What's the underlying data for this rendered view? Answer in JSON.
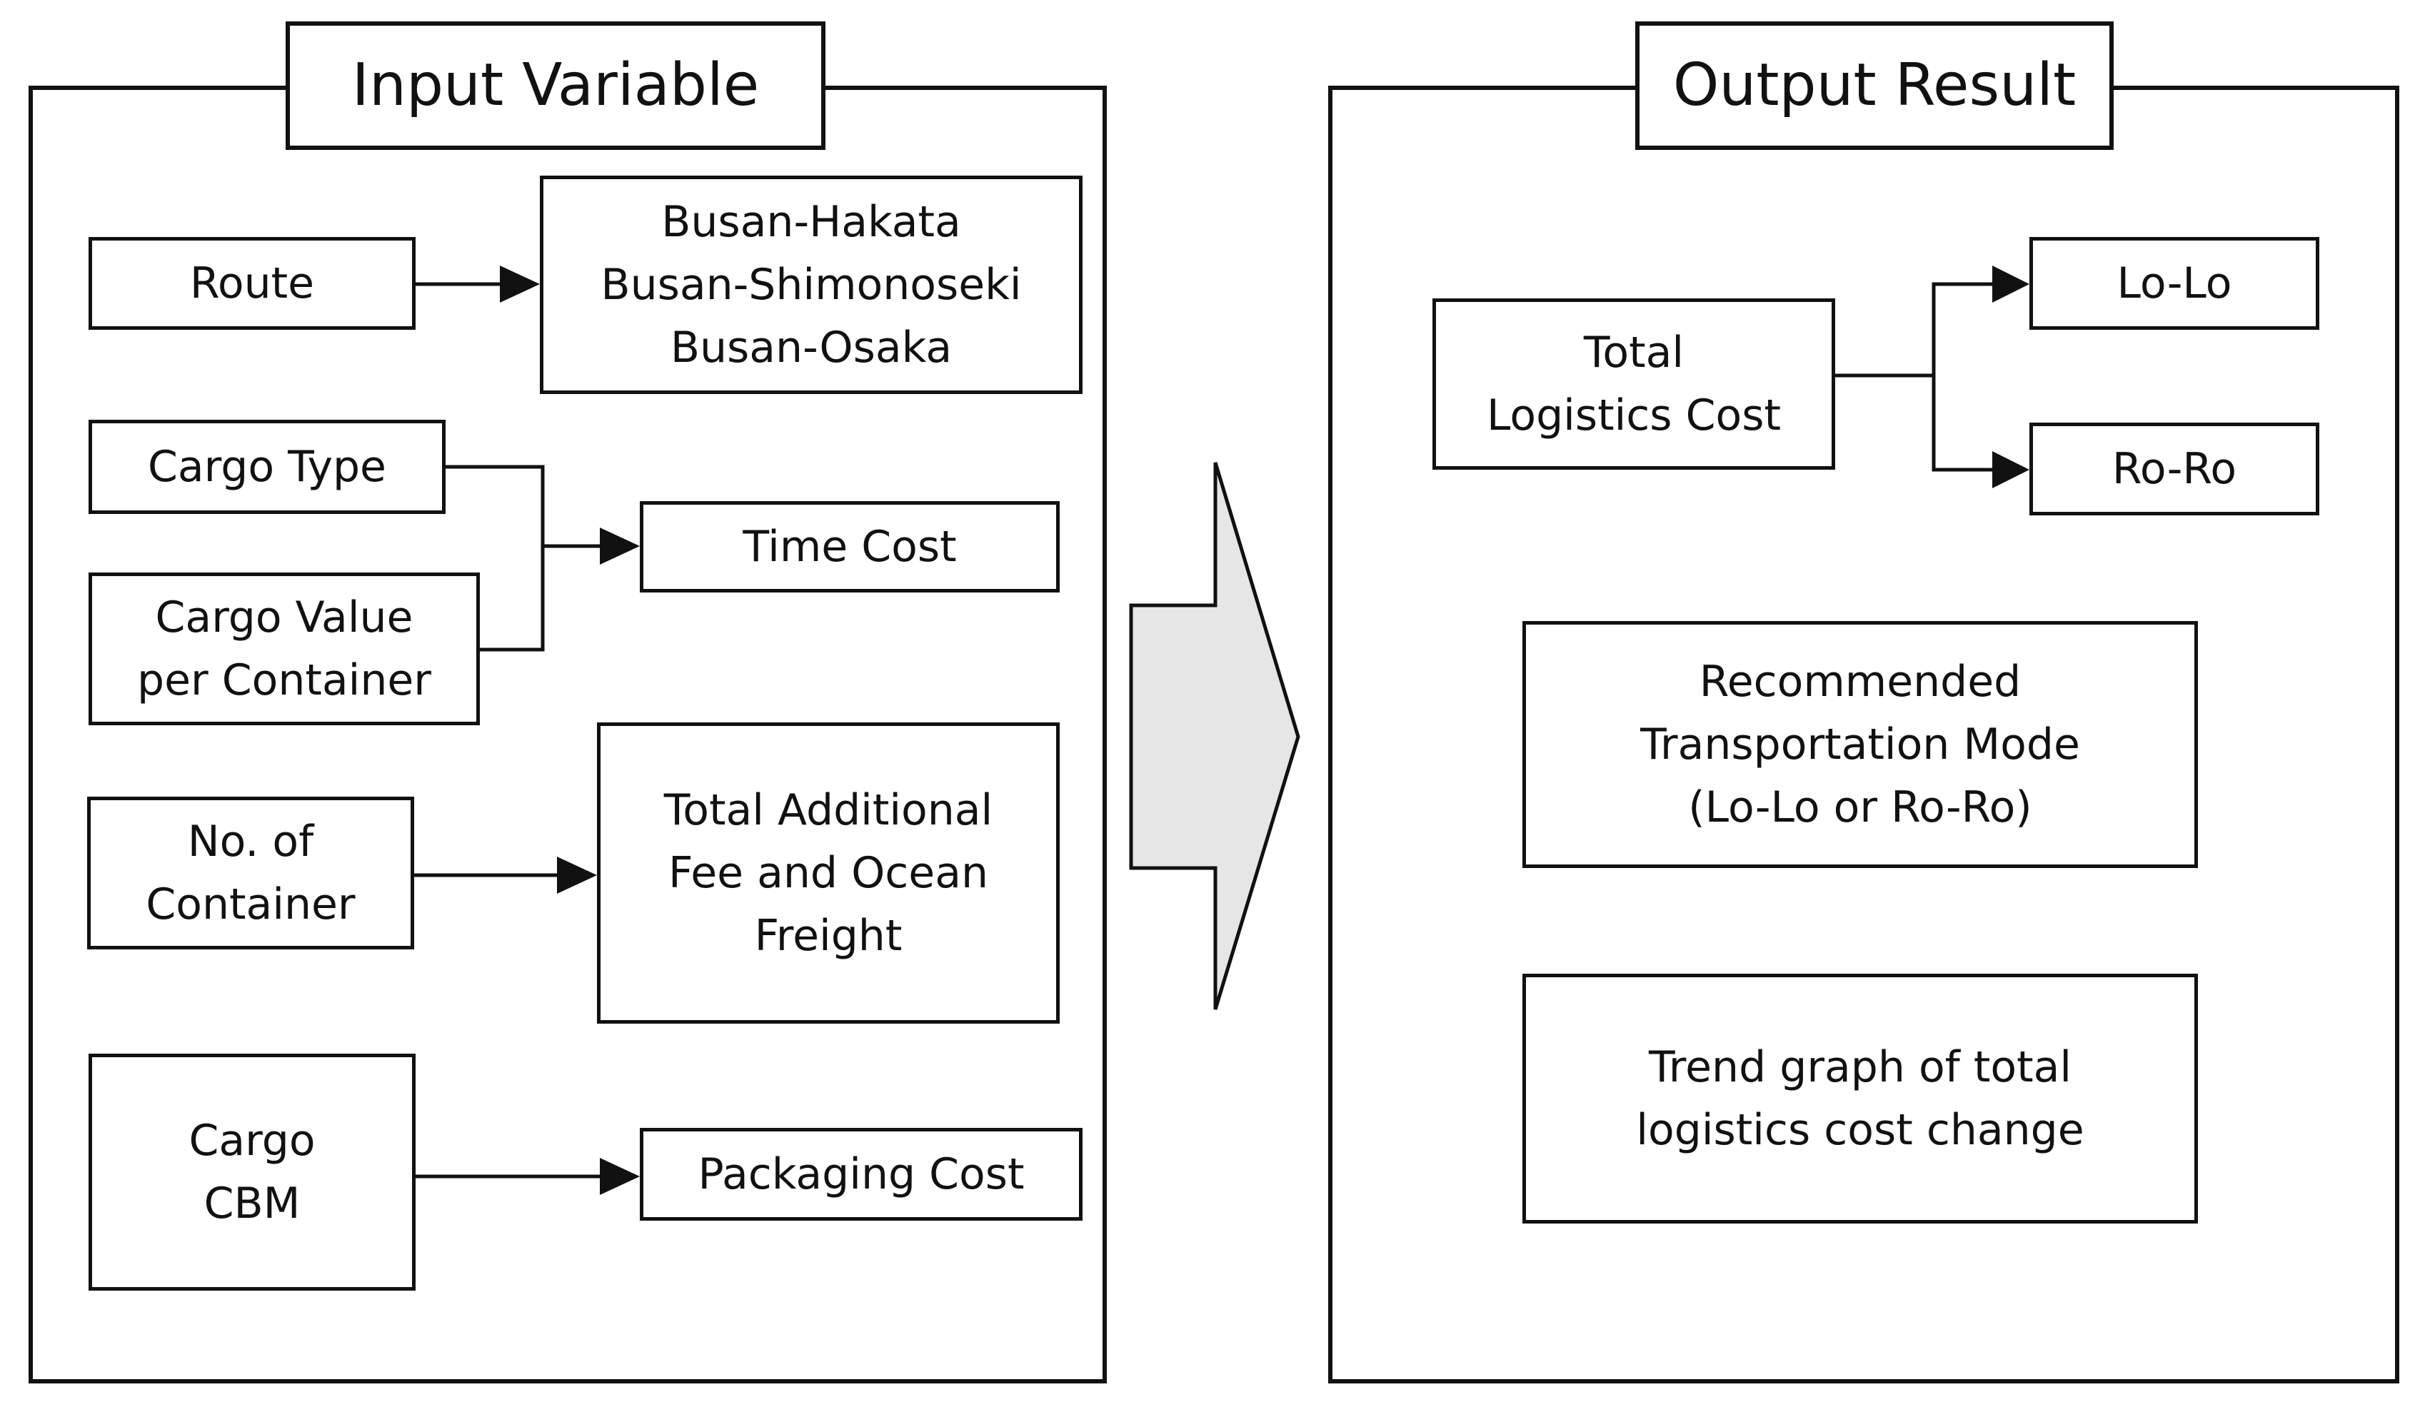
{
  "input_panel": {
    "title": "Input Variable",
    "nodes": {
      "route": "Route",
      "routes_list": "Busan-Hakata\nBusan-Shimonoseki\nBusan-Osaka",
      "cargo_type": "Cargo Type",
      "cargo_value": "Cargo Value\nper Container",
      "time_cost": "Time Cost",
      "no_of_container": "No. of\nContainer",
      "additional_fee": "Total Additional\nFee and Ocean\nFreight",
      "cargo_cbm": "Cargo\nCBM",
      "packaging_cost": "Packaging Cost"
    }
  },
  "output_panel": {
    "title": "Output Result",
    "nodes": {
      "total_logistics_cost": "Total\nLogistics Cost",
      "lolo": "Lo-Lo",
      "roro": "Ro-Ro",
      "recommended_mode": "Recommended\nTransportation Mode\n(Lo-Lo or Ro-Ro)",
      "trend_graph": "Trend graph of total\nlogistics cost change"
    }
  },
  "colors": {
    "line": "#111111",
    "arrow_fill": "#e6e6e6",
    "background": "#ffffff"
  }
}
